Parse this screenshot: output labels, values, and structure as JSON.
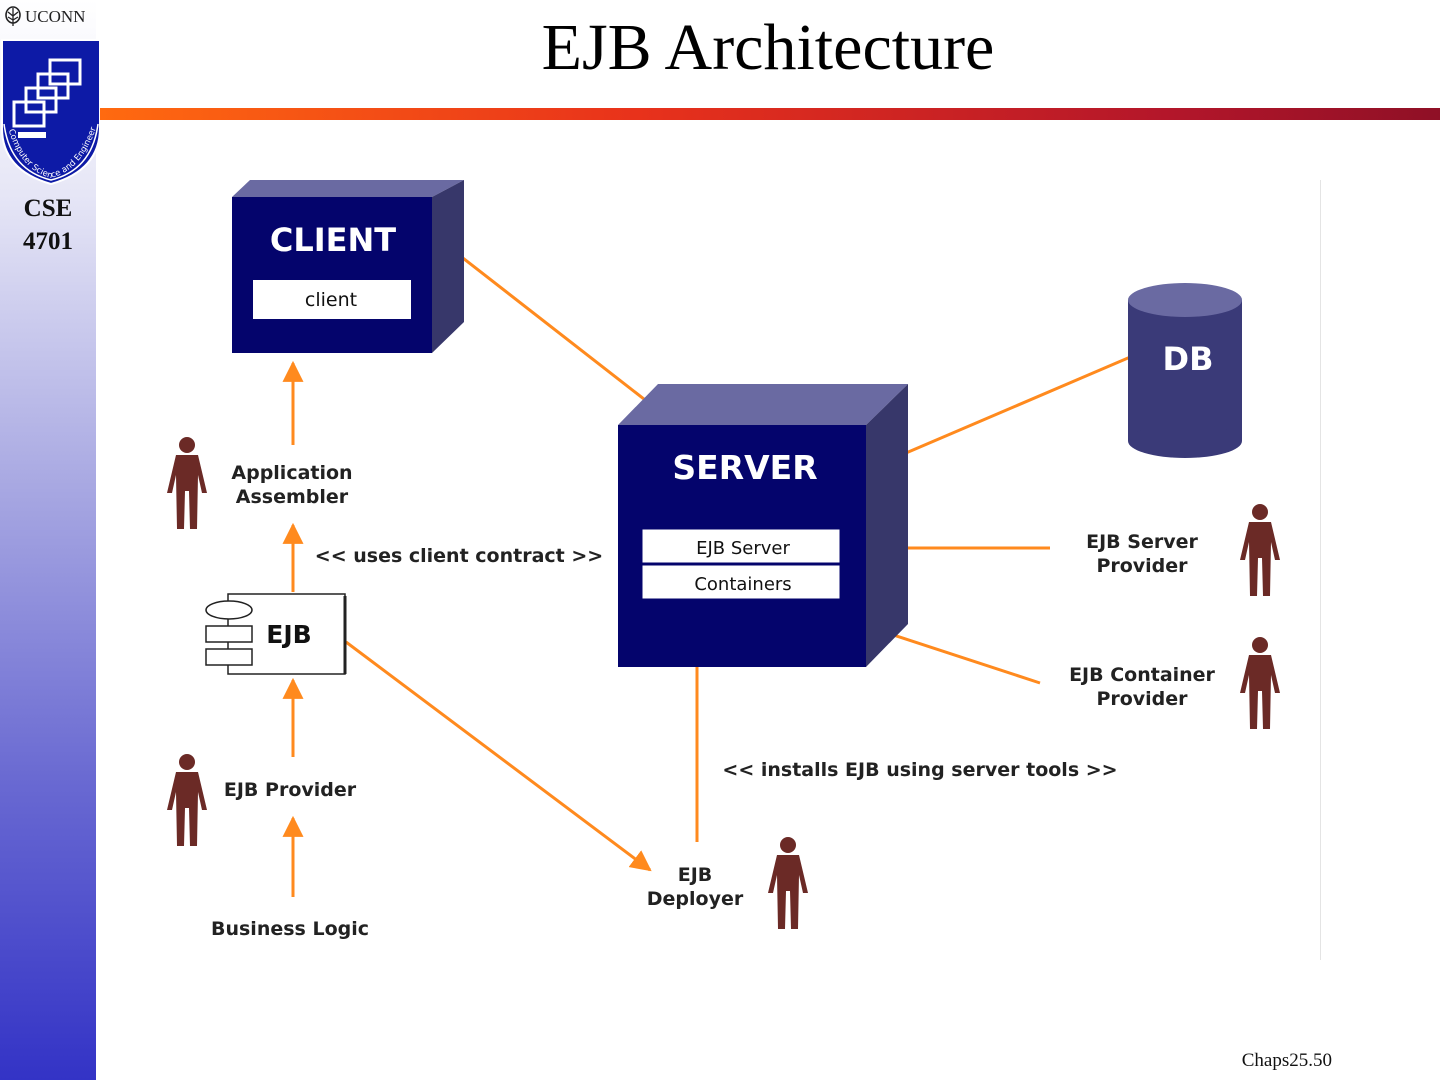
{
  "slide": {
    "title": "EJB Architecture",
    "university": "UCONN",
    "course_line1": "CSE",
    "course_line2": "4701",
    "footer": "Chaps25.50",
    "shield_text": "Computer Science and Engineering"
  },
  "diagram": {
    "client_title": "CLIENT",
    "client_inner": "client",
    "server_title": "SERVER",
    "server_row1": "EJB Server",
    "server_row2": "Containers",
    "db_label": "DB",
    "ejb_label": "EJB",
    "app_assembler_1": "Application",
    "app_assembler_2": "Assembler",
    "uses_client_contract": "<< uses client contract >>",
    "ejb_provider": "EJB Provider",
    "business_logic": "Business Logic",
    "deployer_1": "EJB",
    "deployer_2": "Deployer",
    "installs_ejb": "<< installs EJB using server tools >>",
    "server_provider_1": "EJB Server",
    "server_provider_2": "Provider",
    "container_provider_1": "EJB Container",
    "container_provider_2": "Provider"
  },
  "colors": {
    "box_front": "#04046c",
    "box_side": "#37376a",
    "box_top": "#6a6aa2",
    "arrow": "#ff8a1e",
    "person": "#6b2a26",
    "db": "#3a3a78"
  }
}
